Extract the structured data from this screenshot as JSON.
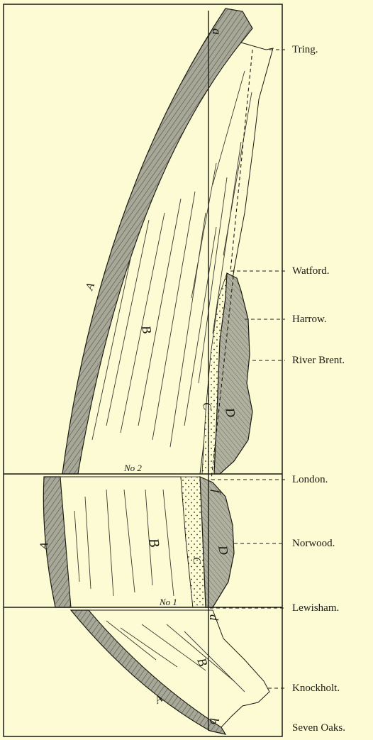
{
  "places": [
    "Tring.",
    "Watford.",
    "Harrow.",
    "River Brent.",
    "London.",
    "Norwood.",
    "Lewisham.",
    "Knockholt.",
    "Seven Oaks."
  ],
  "section_letters": {
    "top_end": "a",
    "bottom_end": "b",
    "strata": [
      "A",
      "B",
      "C",
      "D"
    ],
    "markers": [
      "f",
      "d"
    ]
  },
  "panel_labels": [
    "No 2",
    "No 1"
  ],
  "colors": {
    "paper": "#fdfbd3",
    "ink": "#1a1a14",
    "stratum_a": "#9a9a8a",
    "stratum_d": "#a5a594"
  }
}
